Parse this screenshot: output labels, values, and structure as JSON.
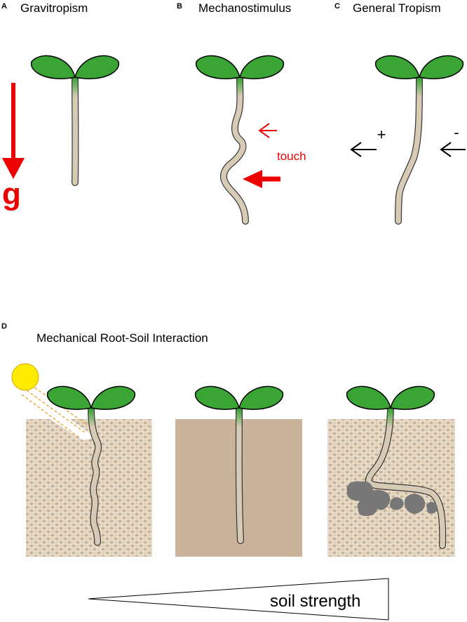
{
  "panels": {
    "a": {
      "letter": "A",
      "title": "Gravitropism",
      "gravity_symbol": "g"
    },
    "b": {
      "letter": "B",
      "title": "Mechanostimulus",
      "touch_label": "touch"
    },
    "c": {
      "letter": "C",
      "title": "General Tropism",
      "positive_sign": "+",
      "negative_sign": "-"
    },
    "d": {
      "letter": "D",
      "title": "Mechanical Root-Soil Interaction",
      "gradient_label": "soil strength"
    }
  },
  "colors": {
    "leaf": "#3aa535",
    "leaf_outline": "#000000",
    "stem": "#d8cbb6",
    "stem_outline": "#3a3a3a",
    "arrow_red": "#ee0000",
    "arrow_black": "#000000",
    "soil_texture_base": "#e9ddca",
    "soil_texture_dots": "#c8b49a",
    "soil_compact": "#c9b39b",
    "stones": "#777777",
    "sun": "#ffeb00",
    "sun_rays": "#e5a025"
  },
  "icons": {
    "gravity_arrow": "down-arrow-icon",
    "touch_arrows": "left-arrow-icon",
    "sun": "sun-icon"
  }
}
